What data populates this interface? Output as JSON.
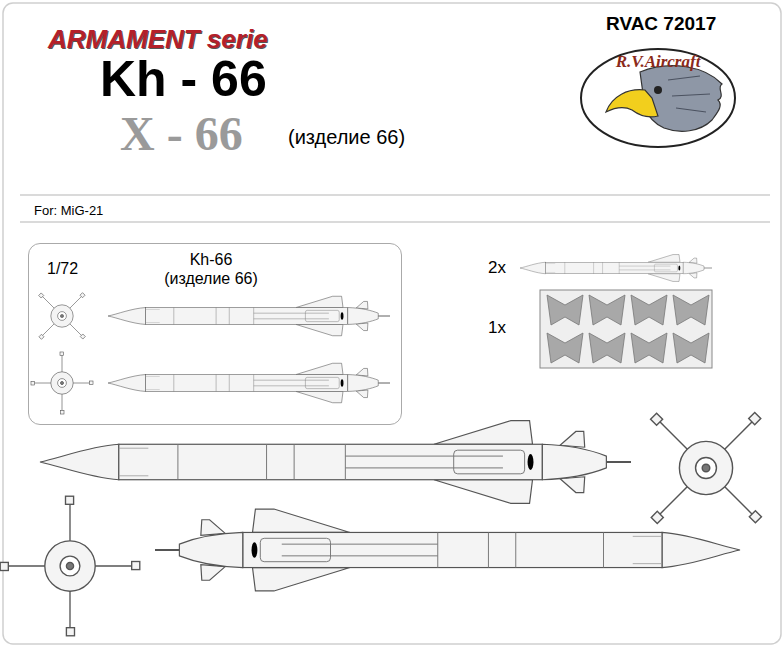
{
  "diagram": {
    "title": "Kh - 66",
    "nodes": [
      {
        "text": [
          "R.V.Aircraft"
        ]
      },
      {
        "text": [
          "1/72",
          "Kh-66 (изделие 66)"
        ]
      }
    ],
    "labels": [
      "ARMAMENT serie",
      "RVAC 72017",
      "X - 66",
      "(изделие 66)",
      "For: MiG-21",
      "2x",
      "1x"
    ]
  }
}
